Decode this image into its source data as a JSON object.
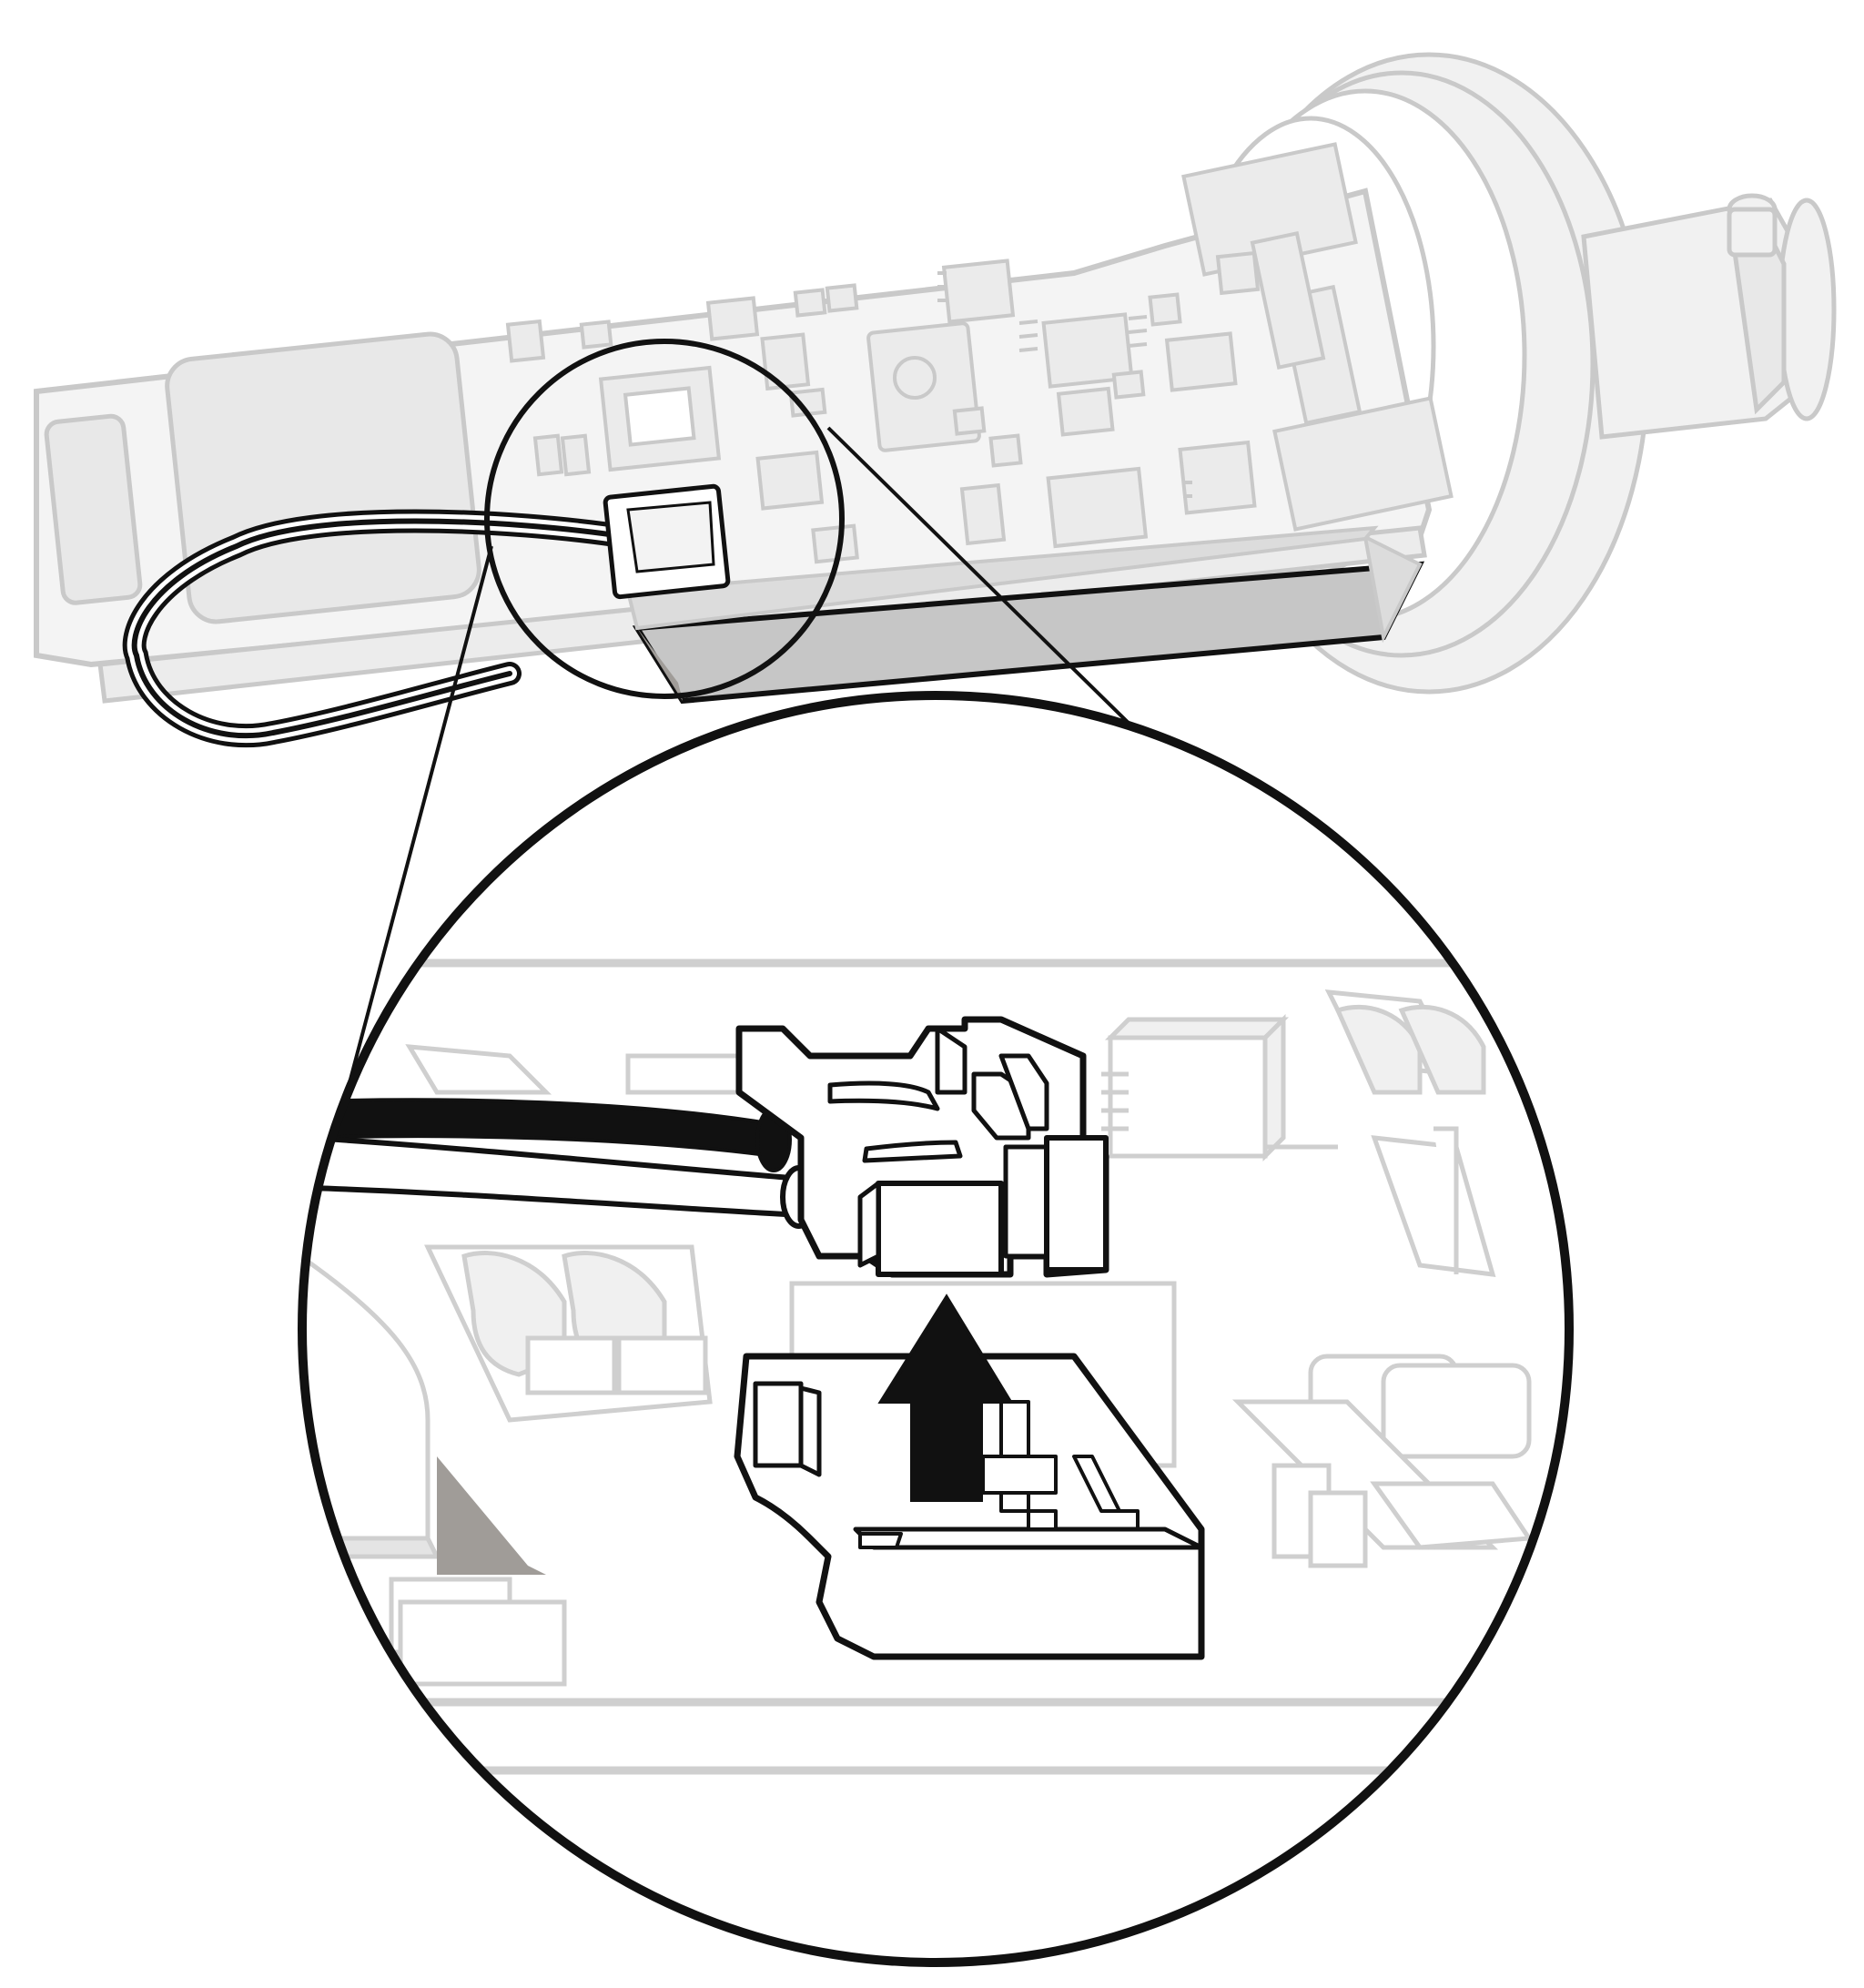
{
  "colors": {
    "background": "#ffffff",
    "ghost_stroke": "#c9c9c9",
    "ghost_fill": "#e8e8e8",
    "ghost_fill_light": "#f1f1f1",
    "ink": "#111111",
    "shade_dark": "#a09c98",
    "shade_mid": "#c6c6c6",
    "shade_light": "#dcdcdc",
    "detail_gray": "#cfcfcf",
    "arrow": "#111111"
  },
  "icons": {
    "direction": "arrow-up-icon",
    "cable": "two-wire-cable",
    "connector": "jst-connector-plug",
    "socket": "jst-connector-socket",
    "assembly": "pcb-with-mounting-flange",
    "battery": "battery-pack"
  }
}
